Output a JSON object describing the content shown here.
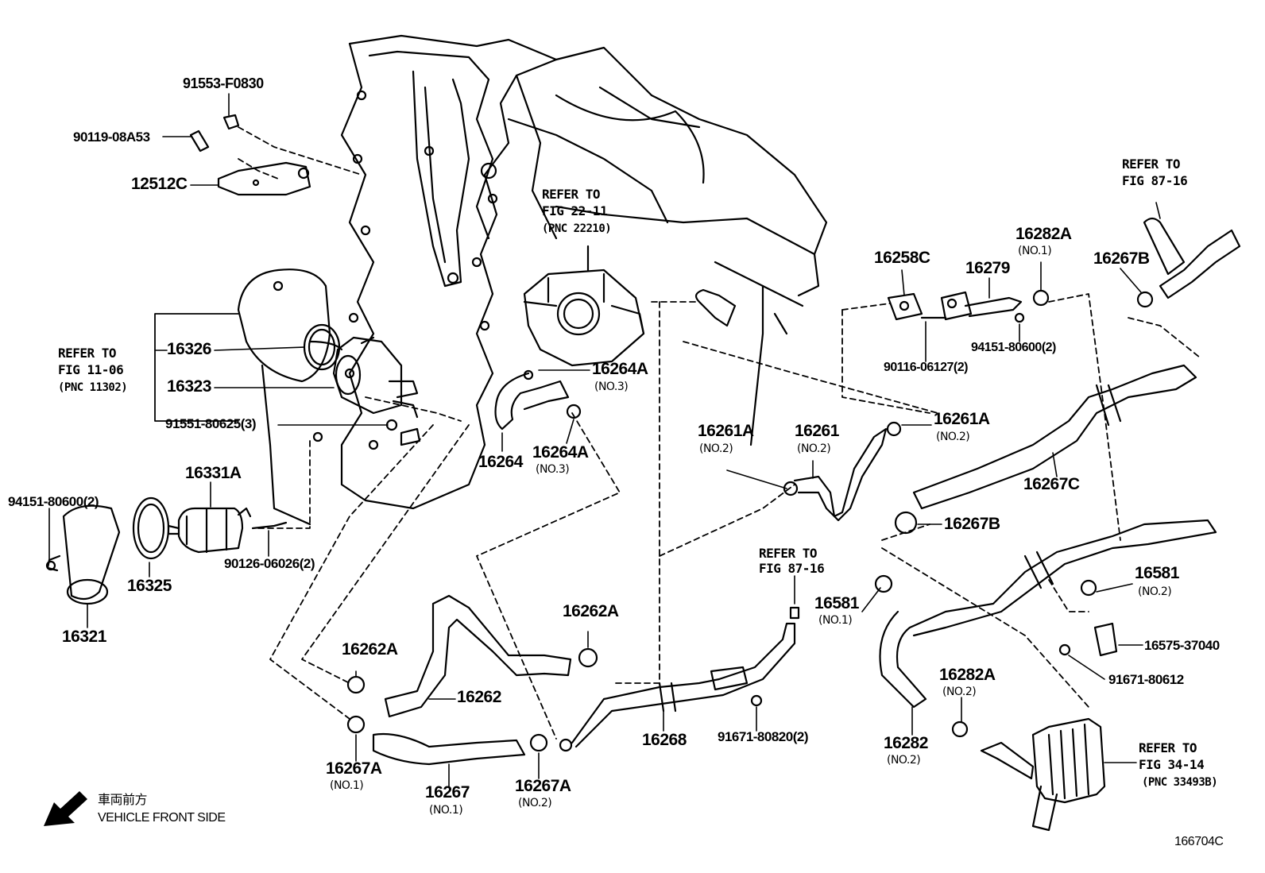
{
  "labels": {
    "p91553": "91553-F0830",
    "p90119": "90119-08A53",
    "p12512c": "12512C",
    "p16326": "16326",
    "p16323": "16323",
    "p91551": "91551-80625(3)",
    "p16331a": "16331A",
    "p94151_left": "94151-80600(2)",
    "p16325": "16325",
    "p90126": "90126-06026(2)",
    "p16321": "16321",
    "p16264": "16264",
    "p16264a_1": "16264A",
    "p16264a_1_no": "(NO.3)",
    "p16264a_2": "16264A",
    "p16264a_2_no": "(NO.3)",
    "p16262a_1": "16262A",
    "p16262a_2": "16262A",
    "p16262": "16262",
    "p16267a_1": "16267A",
    "p16267a_1_no": "(NO.1)",
    "p16267": "16267",
    "p16267_no": "(NO.1)",
    "p16267a_2": "16267A",
    "p16267a_2_no": "(NO.2)",
    "p16268": "16268",
    "p91671_80820": "91671-80820(2)",
    "p16261a_1": "16261A",
    "p16261a_1_no": "(NO.2)",
    "p16261": "16261",
    "p16261_no": "(NO.2)",
    "p16261a_2": "16261A",
    "p16261a_2_no": "(NO.2)",
    "p16258c": "16258C",
    "p16279": "16279",
    "p16282a_top": "16282A",
    "p16282a_top_no": "(NO.1)",
    "p90116": "90116-06127(2)",
    "p94151_right": "94151-80600(2)",
    "p16267b_top": "16267B",
    "p16267c": "16267C",
    "p16267b_mid": "16267B",
    "p16581_1": "16581",
    "p16581_1_no": "(NO.1)",
    "p16581_2": "16581",
    "p16581_2_no": "(NO.2)",
    "p16575": "16575-37040",
    "p91671_80612": "91671-80612",
    "p16282a_low": "16282A",
    "p16282a_low_no": "(NO.2)",
    "p16282": "16282",
    "p16282_no": "(NO.2)"
  },
  "refs": {
    "fig11_line1": "REFER TO",
    "fig11_line2": "FIG 11-06",
    "fig11_pnc": "(PNC 11302)",
    "fig22_line1": "REFER TO",
    "fig22_line2": "FIG 22-11",
    "fig22_pnc": "(PNC 22210)",
    "fig87_top_line1": "REFER TO",
    "fig87_top_line2": "FIG 87-16",
    "fig87_mid_line1": "REFER TO",
    "fig87_mid_line2": "FIG 87-16",
    "fig34_line1": "REFER TO",
    "fig34_line2": "FIG 34-14",
    "fig34_pnc": "(PNC 33493B)"
  },
  "footer": {
    "direction_jp": "車両前方",
    "direction_en": "VEHICLE FRONT SIDE",
    "diagram_id": "166704C"
  }
}
